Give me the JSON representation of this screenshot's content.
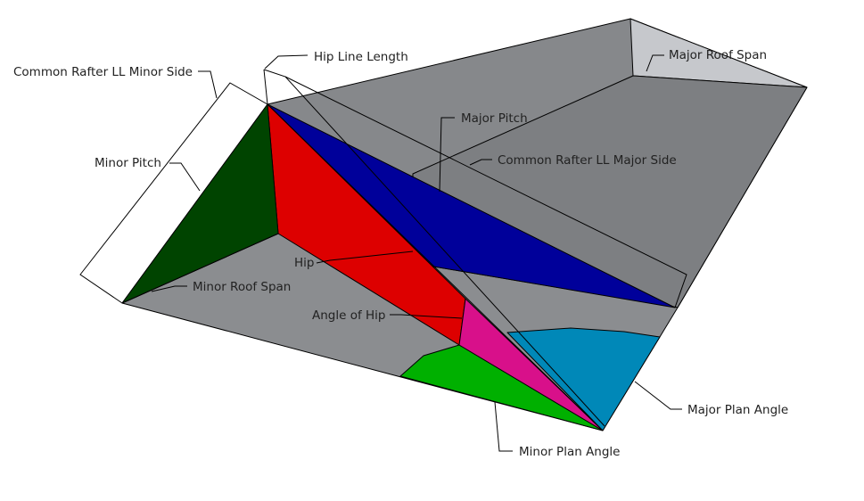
{
  "colors": {
    "roof_grey": "#86888b",
    "roof_grey_dark": "#7d7f82",
    "floor_grey": "#8b8d90",
    "major_span_light": "#c6c8cc",
    "minor_pitch_green": "#004400",
    "hip_red": "#dd0000",
    "major_pitch_blue": "#00009a",
    "angle_of_hip_magenta": "#d8108a",
    "major_plan_cyan": "#0088b8",
    "minor_plan_green": "#00b000"
  },
  "labels": {
    "common_rafter_minor": "Common Rafter LL Minor Side",
    "hip_line_length": "Hip Line Length",
    "major_roof_span": "Major Roof Span",
    "major_pitch": "Major Pitch",
    "common_rafter_major": "Common Rafter LL Major Side",
    "minor_pitch": "Minor Pitch",
    "hip": "Hip",
    "minor_roof_span": "Minor Roof Span",
    "angle_of_hip": "Angle of Hip",
    "major_plan_angle": "Major Plan Angle",
    "minor_plan_angle": "Minor Plan Angle"
  }
}
